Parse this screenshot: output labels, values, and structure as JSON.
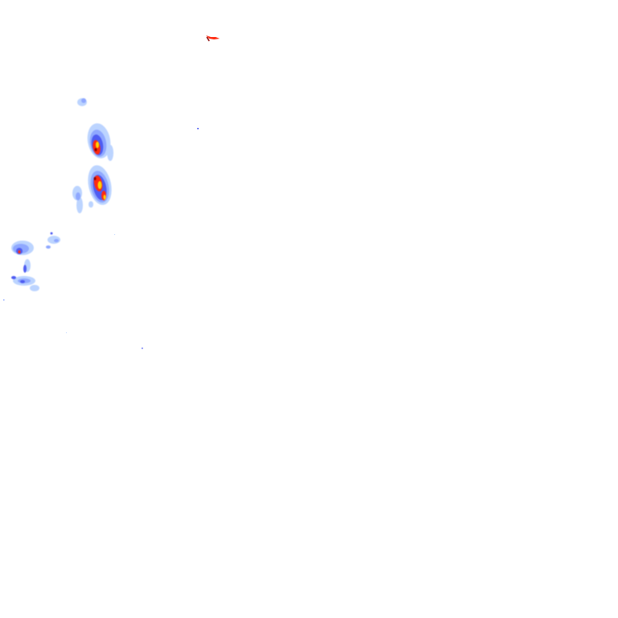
{
  "map": {
    "kind": "weather-radar-reflectivity-overlay",
    "background_color": "#ffffff",
    "intensity_colors": {
      "very_light": "#bcd4ff",
      "light": "#8fa8ff",
      "moderate": "#4e5cf2",
      "heavy": "#2a2ad0",
      "intense": "#ff2a10",
      "extreme": "#ffd400",
      "core": "#8a0000"
    },
    "echo_cells": [
      {
        "name": "echo-cell-north-speck",
        "intensity": "intense"
      },
      {
        "name": "echo-cell-small-nw",
        "intensity": "very_light"
      },
      {
        "name": "echo-cell-upper-storm",
        "intensity": "extreme"
      },
      {
        "name": "echo-cell-lower-storm",
        "intensity": "extreme"
      },
      {
        "name": "echo-cell-trailing-band",
        "intensity": "light"
      },
      {
        "name": "echo-cell-west-cluster",
        "intensity": "moderate"
      },
      {
        "name": "echo-cell-west-fragment",
        "intensity": "light"
      }
    ]
  }
}
